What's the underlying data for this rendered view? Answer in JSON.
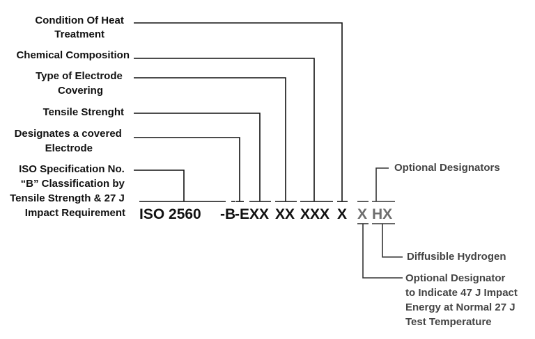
{
  "labels": {
    "heat_treatment": [
      "Condition Of Heat",
      "Treatment"
    ],
    "chemical_composition": [
      "Chemical Composition"
    ],
    "covering_type": [
      "Type of Electrode",
      "Covering"
    ],
    "tensile": [
      "Tensile Strenght"
    ],
    "covered_electrode": [
      "Designates a covered",
      "Electrode"
    ],
    "iso_spec": [
      "ISO Specification No.",
      "“B” Classification by",
      "Tensile Strength & 27 J",
      "Impact Requirement"
    ],
    "optional_designators": [
      "Optional Designators"
    ],
    "diffusible_hydrogen": [
      "Diffusible Hydrogen"
    ],
    "optional_impact": [
      "Optional Designator",
      "to Indicate 47 J Impact",
      "Energy at Normal 27 J",
      "Test Temperature"
    ]
  },
  "code": {
    "iso": "ISO 2560",
    "b": "-B",
    "e": "-E",
    "tensile": "XX",
    "covering": "XX",
    "chemistry": "XXX",
    "heat": "X",
    "impact": "X",
    "hydrogen": "HX"
  }
}
